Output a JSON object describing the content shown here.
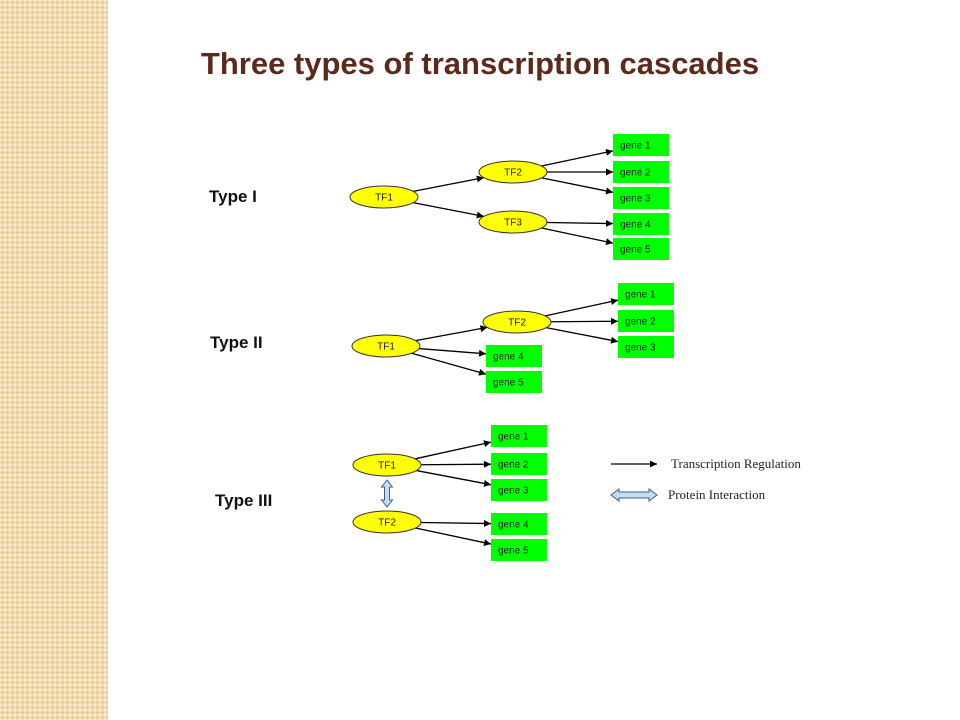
{
  "title": "Three types of transcription cascades",
  "diagrams": [
    {
      "label": "Type I",
      "nodes": [
        {
          "id": "t1-tf1",
          "kind": "tf",
          "text": "TF1"
        },
        {
          "id": "t1-tf2",
          "kind": "tf",
          "text": "TF2"
        },
        {
          "id": "t1-tf3",
          "kind": "tf",
          "text": "TF3"
        },
        {
          "id": "t1-g1",
          "kind": "gene",
          "text": "gene 1"
        },
        {
          "id": "t1-g2",
          "kind": "gene",
          "text": "gene 2"
        },
        {
          "id": "t1-g3",
          "kind": "gene",
          "text": "gene 3"
        },
        {
          "id": "t1-g4",
          "kind": "gene",
          "text": "gene 4"
        },
        {
          "id": "t1-g5",
          "kind": "gene",
          "text": "gene 5"
        }
      ],
      "edges": [
        {
          "from": "t1-tf1",
          "to": "t1-tf2",
          "type": "regulation"
        },
        {
          "from": "t1-tf1",
          "to": "t1-tf3",
          "type": "regulation"
        },
        {
          "from": "t1-tf2",
          "to": "t1-g1",
          "type": "regulation"
        },
        {
          "from": "t1-tf2",
          "to": "t1-g2",
          "type": "regulation"
        },
        {
          "from": "t1-tf2",
          "to": "t1-g3",
          "type": "regulation"
        },
        {
          "from": "t1-tf3",
          "to": "t1-g4",
          "type": "regulation"
        },
        {
          "from": "t1-tf3",
          "to": "t1-g5",
          "type": "regulation"
        }
      ]
    },
    {
      "label": "Type II",
      "nodes": [
        {
          "id": "t2-tf1",
          "kind": "tf",
          "text": "TF1"
        },
        {
          "id": "t2-tf2",
          "kind": "tf",
          "text": "TF2"
        },
        {
          "id": "t2-g1",
          "kind": "gene",
          "text": "gene 1"
        },
        {
          "id": "t2-g2",
          "kind": "gene",
          "text": "gene 2"
        },
        {
          "id": "t2-g3",
          "kind": "gene",
          "text": "gene 3"
        },
        {
          "id": "t2-g4",
          "kind": "gene",
          "text": "gene 4"
        },
        {
          "id": "t2-g5",
          "kind": "gene",
          "text": "gene 5"
        }
      ],
      "edges": [
        {
          "from": "t2-tf1",
          "to": "t2-tf2",
          "type": "regulation"
        },
        {
          "from": "t2-tf1",
          "to": "t2-g4",
          "type": "regulation"
        },
        {
          "from": "t2-tf1",
          "to": "t2-g5",
          "type": "regulation"
        },
        {
          "from": "t2-tf2",
          "to": "t2-g1",
          "type": "regulation"
        },
        {
          "from": "t2-tf2",
          "to": "t2-g2",
          "type": "regulation"
        },
        {
          "from": "t2-tf2",
          "to": "t2-g3",
          "type": "regulation"
        }
      ]
    },
    {
      "label": "Type III",
      "nodes": [
        {
          "id": "t3-tf1",
          "kind": "tf",
          "text": "TF1"
        },
        {
          "id": "t3-tf2",
          "kind": "tf",
          "text": "TF2"
        },
        {
          "id": "t3-g1",
          "kind": "gene",
          "text": "gene 1"
        },
        {
          "id": "t3-g2",
          "kind": "gene",
          "text": "gene 2"
        },
        {
          "id": "t3-g3",
          "kind": "gene",
          "text": "gene 3"
        },
        {
          "id": "t3-g4",
          "kind": "gene",
          "text": "gene 4"
        },
        {
          "id": "t3-g5",
          "kind": "gene",
          "text": "gene 5"
        }
      ],
      "edges": [
        {
          "from": "t3-tf1",
          "to": "t3-g1",
          "type": "regulation"
        },
        {
          "from": "t3-tf1",
          "to": "t3-g2",
          "type": "regulation"
        },
        {
          "from": "t3-tf1",
          "to": "t3-g3",
          "type": "regulation"
        },
        {
          "from": "t3-tf2",
          "to": "t3-g4",
          "type": "regulation"
        },
        {
          "from": "t3-tf2",
          "to": "t3-g5",
          "type": "regulation"
        },
        {
          "from": "t3-tf1",
          "to": "t3-tf2",
          "type": "interaction"
        }
      ]
    }
  ],
  "legend": {
    "regulation": "Transcription Regulation",
    "interaction": "Protein Interaction"
  },
  "colors": {
    "tf_fill": "#ffff00",
    "gene_fill": "#00ff00",
    "title": "#5c2a1a",
    "interaction_fill": "#c6dcf2",
    "interaction_stroke": "#3a5f8a"
  }
}
